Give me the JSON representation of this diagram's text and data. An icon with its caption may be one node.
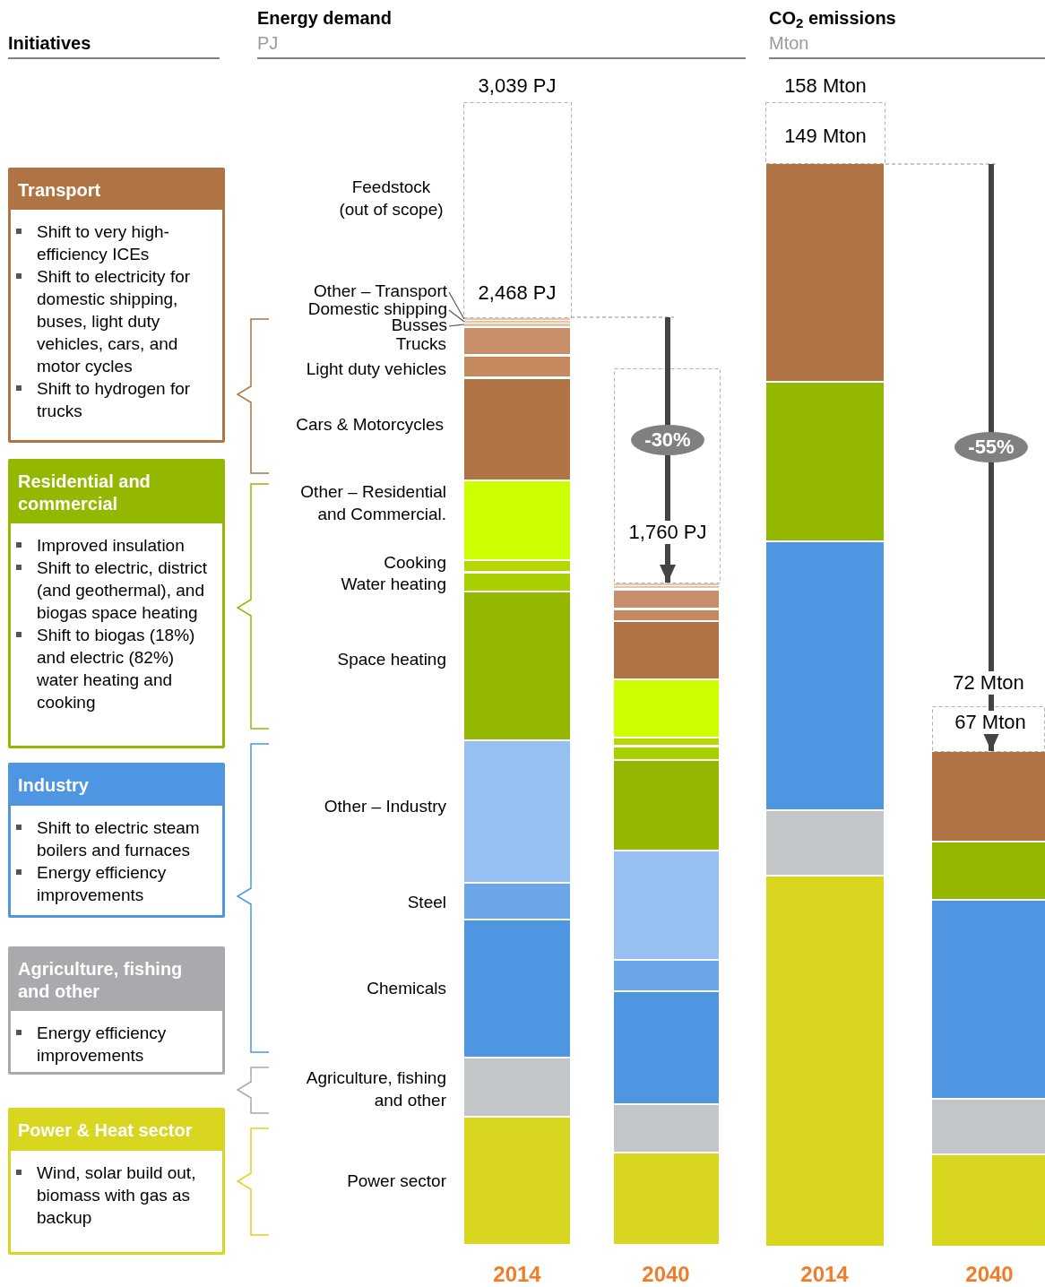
{
  "diagram": {
    "nodes": [
      {
        "text": [
          "Transport",
          "Shift to very high-efficiency ICEs",
          "Shift to electricity for domestic shipping, buses, light duty vehicles, cars, and motor cycles",
          "Shift to hydrogen for trucks"
        ]
      },
      {
        "text": [
          "Residential and commercial",
          "Improved insulation",
          "Shift to electric, district (and geothermal), and biogas space heating",
          "Shift to biogas (18%) and electric (82%) water heating and cooking"
        ]
      },
      {
        "text": [
          "Industry",
          "Shift to electric steam boilers and furnaces",
          "Energy efficiency improvements"
        ]
      },
      {
        "text": [
          "Agriculture, fishing and other",
          "Energy efficiency improvements"
        ]
      },
      {
        "text": [
          "Power & Heat sector",
          "Wind, solar build out, biomass with gas as backup"
        ]
      },
      {
        "text": [],
        "shape": "bar",
        "beside": [
          "2,468 PJ",
          "2014"
        ]
      },
      {
        "text": [],
        "shape": "bar",
        "beside": [
          "2040"
        ]
      },
      {
        "text": [],
        "shape": "bar",
        "beside": [
          "158 Mton",
          "149 Mton",
          "2014"
        ]
      },
      {
        "text": [],
        "shape": "bar",
        "beside": [
          "67 Mton",
          "2040"
        ]
      },
      {
        "text": [
          "Other – Transport"
        ]
      },
      {
        "text": [
          "Domestic shipping"
        ]
      },
      {
        "text": [
          "Busses"
        ]
      }
    ],
    "edges": [
      {
        "from": 9,
        "to": 5,
        "arrow": "none"
      },
      {
        "from": 10,
        "to": 5,
        "arrow": "none"
      },
      {
        "from": 11,
        "to": 5,
        "arrow": "none"
      },
      {
        "from": null,
        "to": 6,
        "arrow": "to",
        "label": "-30%",
        "style": "thick",
        "color": "#444444"
      },
      {
        "from": null,
        "to": 8,
        "arrow": "to",
        "label": "-55%",
        "style": "thick",
        "color": "#444444"
      }
    ],
    "labels": [
      "Energy demand",
      "CO$_{2}$ emissions",
      "Initiatives",
      "PJ",
      "Mton",
      "3,039 PJ",
      "Feedstock (out of scope)",
      "Trucks",
      "Light duty vehicles",
      "Cars & Motorcycles",
      "Other – Residential and Commercial.",
      "1,760 PJ",
      "Cooking",
      "Water heating",
      "Space heating",
      "72 Mton",
      "Other – Industry",
      "Steel",
      "Chemicals",
      "Agriculture, fishing and other",
      "Power sector"
    ]
  }
}
